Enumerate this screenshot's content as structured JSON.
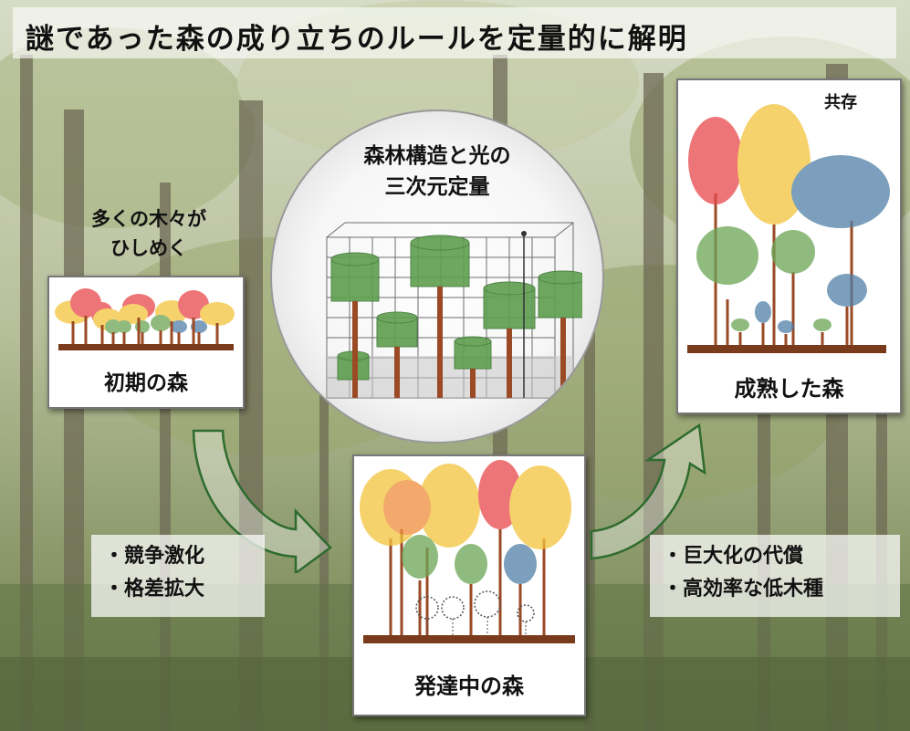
{
  "title": "謎であった森の成り立ちのルールを定量的に解明",
  "colors": {
    "red": "#e8484c",
    "yellow": "#f4c43c",
    "orange": "#ef8c3c",
    "green": "#6aa555",
    "blue": "#4f7fa6",
    "trunk": "#9a4a25",
    "ground": "#7a3b1c",
    "arrow_green": "#2f6b2e"
  },
  "early_forest": {
    "note_line1": "多くの木々が",
    "note_line2": "ひしめく",
    "label": "初期の森"
  },
  "center": {
    "title_line1": "森林構造と光の",
    "title_line2": "三次元定量"
  },
  "developing_forest": {
    "label": "発達中の森"
  },
  "mature_forest": {
    "label": "成熟した森",
    "corner_label": "共存"
  },
  "left_bullets": [
    "・競争激化",
    "・格差拡大"
  ],
  "right_bullets": [
    "・巨大化の代償",
    "・高効率な低木種"
  ],
  "icons": [
    "forest-background",
    "curved-arrow-right",
    "curved-arrow-up"
  ]
}
